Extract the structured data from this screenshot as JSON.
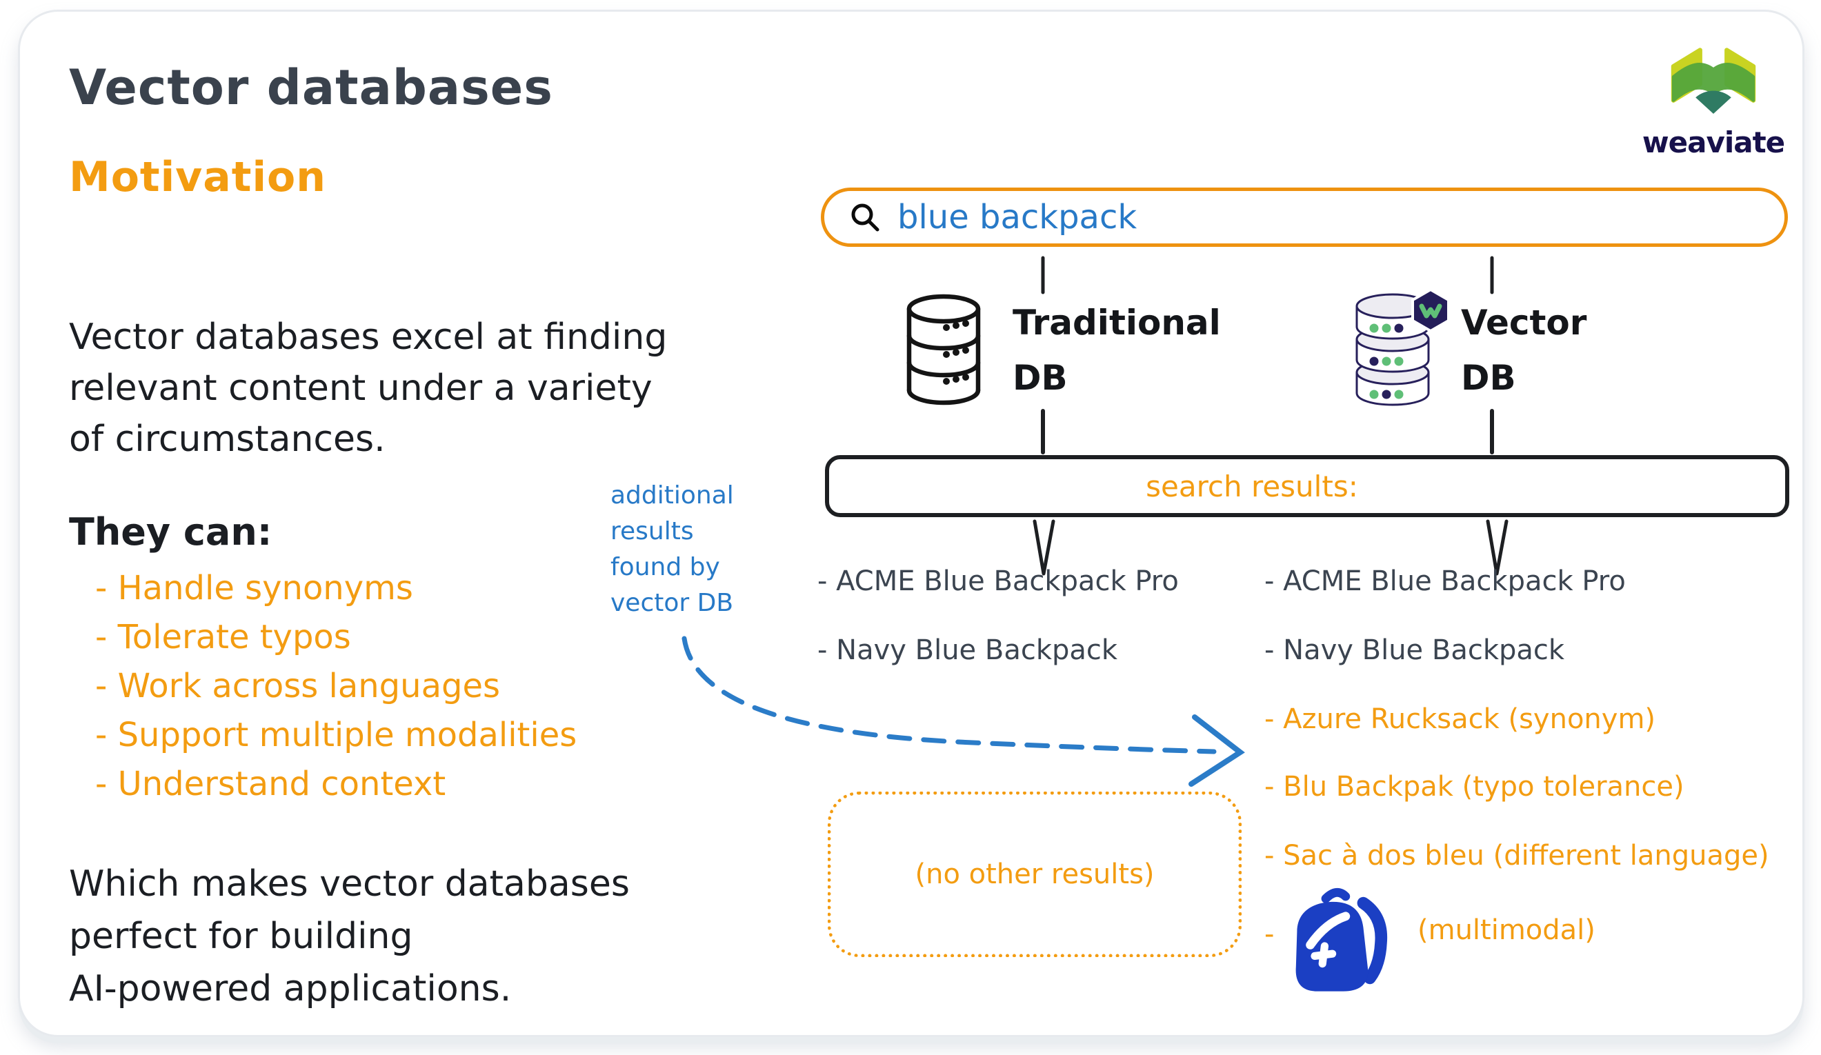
{
  "slide": {
    "title": "Vector databases",
    "subtitle": "Motivation",
    "intro_lines": [
      "Vector databases excel at finding",
      "relevant content under a variety",
      "of circumstances."
    ],
    "they_can_label": "They can:",
    "capabilities": [
      "- Handle synonyms",
      "- Tolerate typos",
      "- Work across languages",
      "- Support multiple modalities",
      "- Understand context"
    ],
    "closing_lines": [
      "Which makes vector databases",
      "perfect for building",
      "AI-powered applications."
    ]
  },
  "logo": {
    "wordmark": "weaviate",
    "mark_icon": "weaviate-w-mark"
  },
  "search": {
    "query": "blue backpack",
    "icon": "magnifier"
  },
  "diagram": {
    "traditional_db": {
      "icon": "database-cylinder",
      "label_line1": "Traditional",
      "label_line2": "DB"
    },
    "vector_db": {
      "icon": "database-cylinder-with-weaviate-hexagon",
      "label_line1": "Vector",
      "label_line2": "DB"
    },
    "results_bar_label": "search results:",
    "traditional_results": [
      "- ACME Blue Backpack Pro",
      "- Navy Blue Backpack"
    ],
    "vector_results": [
      "- ACME Blue Backpack Pro",
      "- Navy Blue Backpack",
      "- Azure Rucksack (synonym)",
      "- Blu Backpak (typo tolerance)",
      "- Sac à dos bleu (different language)"
    ],
    "multimodal_result": {
      "dash": "-",
      "icon": "backpack",
      "label": "(multimodal)"
    },
    "annotation_lines": [
      "additional",
      "results",
      "found by",
      "vector DB"
    ],
    "no_other_results_label": "(no other results)"
  },
  "colors": {
    "accent_orange": "#F39C11",
    "ink": "#1B1E23",
    "slate": "#3B4450",
    "annotation_blue": "#2779C7",
    "backpack_blue": "#1B3FC3",
    "weaviate_navy": "#17114B",
    "logo_yellow": "#C9D322",
    "logo_green": "#55A63C",
    "logo_teal": "#2F7B63",
    "card_border": "#E7EAEE",
    "sliver_green": "#50713F"
  }
}
